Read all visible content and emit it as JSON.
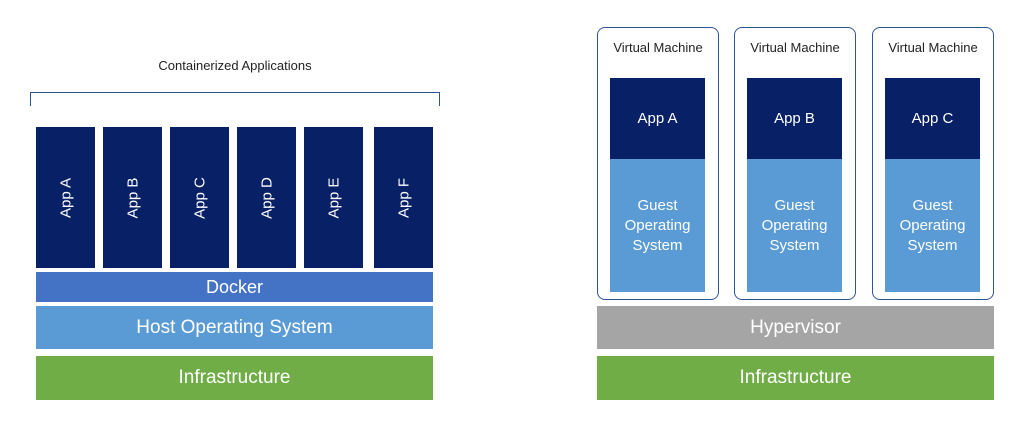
{
  "containers": {
    "heading": "Containerized Applications",
    "apps": [
      "App A",
      "App B",
      "App C",
      "App D",
      "App E",
      "App F"
    ],
    "docker": "Docker",
    "host_os": "Host Operating System",
    "infrastructure": "Infrastructure"
  },
  "vms": {
    "machines": [
      {
        "title": "Virtual Machine",
        "app": "App A",
        "guest_os": "Guest Operating System"
      },
      {
        "title": "Virtual Machine",
        "app": "App B",
        "guest_os": "Guest Operating System"
      },
      {
        "title": "Virtual Machine",
        "app": "App C",
        "guest_os": "Guest Operating System"
      }
    ],
    "hypervisor": "Hypervisor",
    "infrastructure": "Infrastructure"
  },
  "colors": {
    "app_navy": "#082065",
    "docker_blue": "#4472c4",
    "os_blue": "#5b9bd5",
    "infra_green": "#70ad47",
    "hypervisor_gray": "#a5a5a5",
    "outline_blue": "#2f5597"
  }
}
